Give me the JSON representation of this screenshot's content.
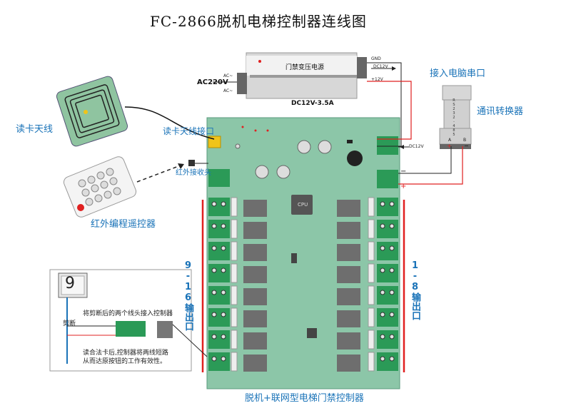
{
  "title": "FC-2866脱机电梯控制器连线图",
  "labels": {
    "card_reader": "读卡天线",
    "antenna_port": "读卡天线接口",
    "ir_receiver": "红外接收头",
    "ir_remote": "红外编程遥控器",
    "pc_serial": "接入电脑串口",
    "converter": "通讯转换器",
    "converter_model": "RS232-485",
    "outputs_left": "9-16输出口",
    "outputs_right": "1-8输出口",
    "controller_name": "脱机+联网型电梯门禁控制器",
    "cpu": "CPU"
  },
  "power": {
    "transformer": "门禁变压电源",
    "rating": "DC12V-3.5A",
    "input": "AC220V",
    "ac_top": "AC~",
    "ac_bottom": "AC~",
    "gnd": "GND",
    "dc12v_out": "DC12V",
    "plus12v": "+12V",
    "dc12v_board": "DC12V"
  },
  "polarity": {
    "minus": "−",
    "plus": "+",
    "conv_plus": "+",
    "conv_minus": "−",
    "a": "A",
    "b": "B"
  },
  "inset": {
    "button_number": "9",
    "cut_label": "剪断",
    "note_top": "将剪断后的两个线头接入控制器",
    "note_bottom_1": "读合法卡后,控制器将两线短路",
    "note_bottom_2": "从而达原按钮的工作有效性。"
  },
  "colors": {
    "board": "#8cc6a8",
    "terminal": "#2b9a57",
    "wire_red": "#e02020",
    "accent_blue": "#1a73b8"
  }
}
